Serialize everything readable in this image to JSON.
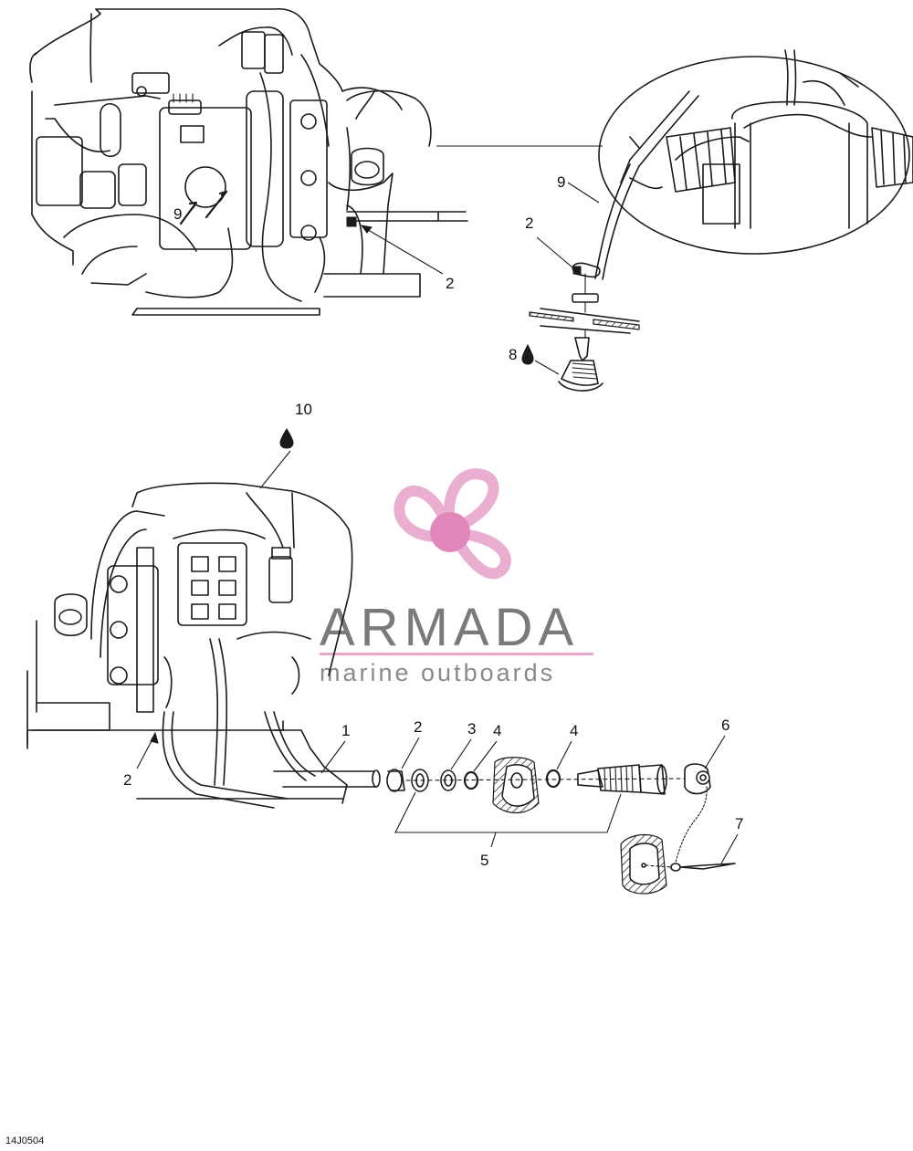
{
  "watermark": {
    "brand": "ARMADA",
    "tagline": "marine outboards",
    "colors": {
      "propeller": "#eaaed0",
      "hub": "#e287bb",
      "text": "#7a7a7a",
      "rule": "#e6a8cc"
    }
  },
  "figure_code": "14J0504",
  "callouts": {
    "top_9": "9",
    "top_2": "2",
    "detail_9": "9",
    "detail_2": "2",
    "detail_8": "8",
    "bottom_10": "10",
    "bottom_1": "1",
    "bottom_2a": "2",
    "bottom_2b": "2",
    "bottom_3": "3",
    "bottom_4a": "4",
    "bottom_4b": "4",
    "bottom_5": "5",
    "bottom_6": "6",
    "bottom_7": "7"
  },
  "icons": {
    "lubricant": "oil-drop-icon"
  }
}
